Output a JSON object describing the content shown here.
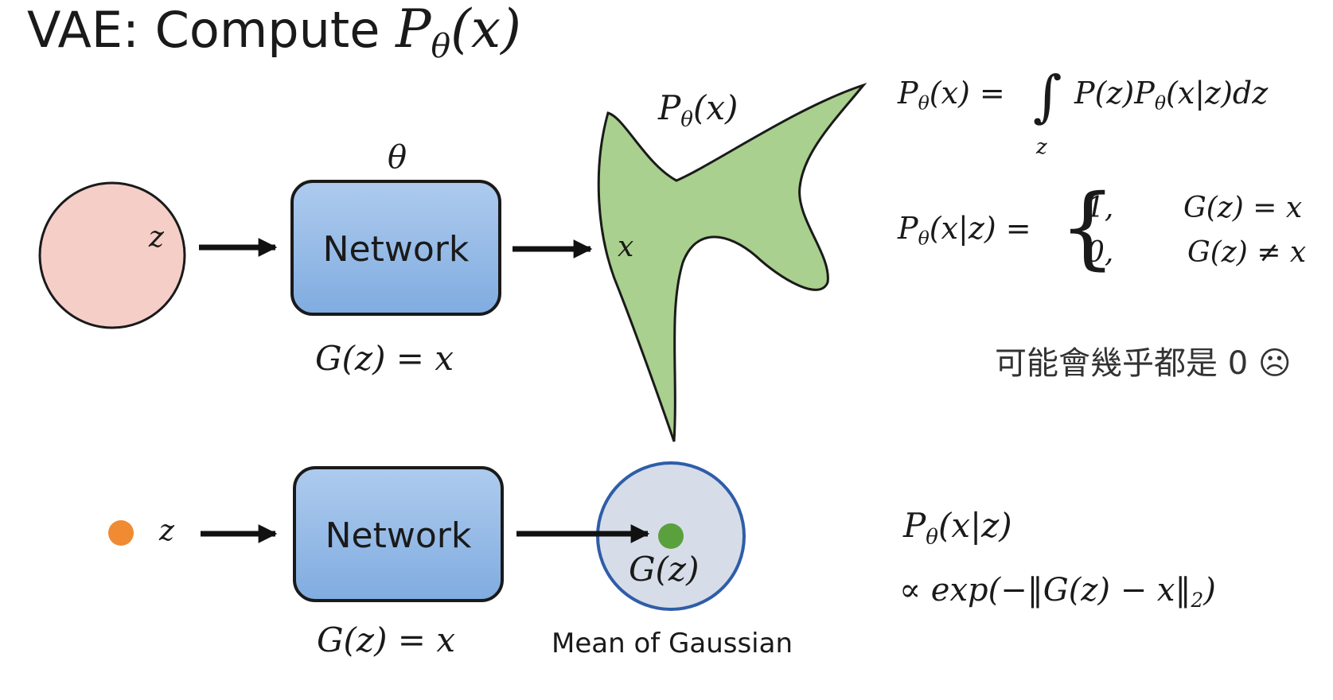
{
  "title": {
    "text": "VAE: Compute ",
    "math": "P",
    "math_sub": "θ",
    "math_arg": "(x)"
  },
  "top_row": {
    "latent_label": "z",
    "param_label": "θ",
    "network_label": "Network",
    "generator_eq": "G(z) = x",
    "distribution_label_main": "P",
    "distribution_label_sub": "θ",
    "distribution_label_arg": "(x)",
    "sample_label": "x"
  },
  "bottom_row": {
    "latent_label": "z",
    "network_label": "Network",
    "generator_eq": "G(z) = x",
    "mean_label": "G(z)",
    "mean_caption": "Mean of Gaussian"
  },
  "equations": {
    "marginal_lhs_main": "P",
    "marginal_lhs_sub": "θ",
    "marginal_lhs_arg": "(x) =",
    "integral_symbol": "∫",
    "integral_var": "z",
    "marginal_rhs_a": "P(z)P",
    "marginal_rhs_sub": "θ",
    "marginal_rhs_b": "(x|z)dz",
    "cond_lhs_main": "P",
    "cond_lhs_sub": "θ",
    "cond_lhs_arg": "(x|z) =",
    "case1_value": "1,",
    "case1_cond": "G(z) = x",
    "case2_value": "0,",
    "case2_cond": "G(z) ≠ x",
    "note": "可能會幾乎都是 0 ☹",
    "gauss_lhs_main": "P",
    "gauss_lhs_sub": "θ",
    "gauss_lhs_arg": "(x|z)",
    "gauss_rhs_a": "∝ exp(−‖G(z) − x‖",
    "gauss_rhs_sub": "2",
    "gauss_rhs_b": ")"
  },
  "colors": {
    "circle_fill": "#f5cec8",
    "box_fill_top": "#aecbee",
    "box_fill_bottom": "#80ace0",
    "blob_fill": "#a9d08e",
    "gauss_fill": "#d6dde8",
    "gauss_stroke": "#2f5da8",
    "dot_orange": "#f08a33",
    "dot_green": "#5aa03c"
  }
}
